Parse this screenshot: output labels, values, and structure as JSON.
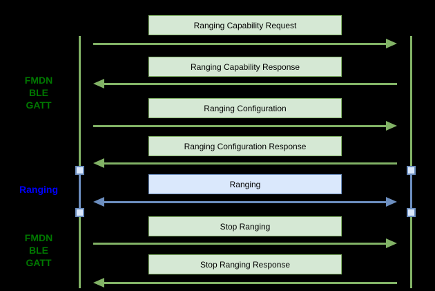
{
  "diagram": {
    "background_color": "#000000",
    "colors": {
      "green_fill": "#d5e8d4",
      "green_stroke": "#82b366",
      "blue_fill": "#dae8fc",
      "blue_stroke": "#6c8ebf",
      "label_green": "#007700",
      "label_blue": "#0000ff",
      "box_text": "#000000"
    },
    "section_labels": [
      {
        "name": "fmdn-ble-gatt-top",
        "lines": [
          "FMDN",
          "BLE",
          "GATT"
        ],
        "color_key": "label_green"
      },
      {
        "name": "ranging",
        "lines": [
          "Ranging"
        ],
        "color_key": "label_blue"
      },
      {
        "name": "fmdn-ble-gatt-bottom",
        "lines": [
          "FMDN",
          "BLE",
          "GATT"
        ],
        "color_key": "label_green"
      }
    ],
    "messages": [
      {
        "label": "Ranging Capability Request",
        "direction": "right",
        "theme": "green"
      },
      {
        "label": "Ranging Capability Response",
        "direction": "left",
        "theme": "green"
      },
      {
        "label": "Ranging Configuration",
        "direction": "right",
        "theme": "green"
      },
      {
        "label": "Ranging Configuration Response",
        "direction": "left",
        "theme": "green"
      },
      {
        "label": "Ranging",
        "direction": "both",
        "theme": "blue"
      },
      {
        "label": "Stop Ranging",
        "direction": "right",
        "theme": "green"
      },
      {
        "label": "Stop Ranging Response",
        "direction": "left",
        "theme": "green"
      }
    ]
  }
}
